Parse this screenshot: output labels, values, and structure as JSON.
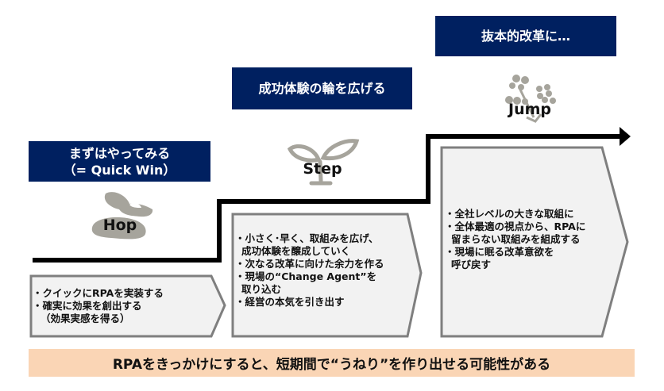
{
  "stages": [
    {
      "id": "hop",
      "header_lines": [
        "まずはやってみる",
        "（= Quick Win）"
      ],
      "label": "Hop",
      "icon": "seed-icon",
      "bullets": [
        [
          "・クイックにRPAを実装する"
        ],
        [
          "・確実に効果を創出する",
          "（効果実感を得る）"
        ]
      ]
    },
    {
      "id": "step",
      "header_lines": [
        "成功体験の輪を広げる"
      ],
      "label": "Step",
      "icon": "sprout-icon",
      "bullets": [
        [
          "・小さく･早く、取組みを広げ、",
          "成功体験を醸成していく"
        ],
        [
          "・次なる改革に向けた余力を作る"
        ],
        [
          "・現場の“Change Agent”を",
          "取り込む"
        ],
        [
          "・経営の本気を引き出す"
        ]
      ]
    },
    {
      "id": "jump",
      "header_lines": [
        "抜本的改革に…"
      ],
      "label": "Jump",
      "icon": "flower-icon",
      "bullets": [
        [
          "・全社レベルの大きな取組に"
        ],
        [
          "・全体最適の視点から、RPAに",
          "留まらない取組みを組成する"
        ],
        [
          "・現場に眠る改革意欲を",
          "呼び戻す"
        ]
      ]
    }
  ],
  "conclusion": "RPAをきっかけにすると、短期間で“うねり”を作り出せる可能性がある",
  "colors": {
    "header_bg": "#002060",
    "header_text": "#FFFFFF",
    "box_fill": "#F2F2F2",
    "box_border": "#7F7F7F",
    "icon_gray": "#A6A49C",
    "staircase": "#000000",
    "banner_bg": "#FAD5B5"
  }
}
